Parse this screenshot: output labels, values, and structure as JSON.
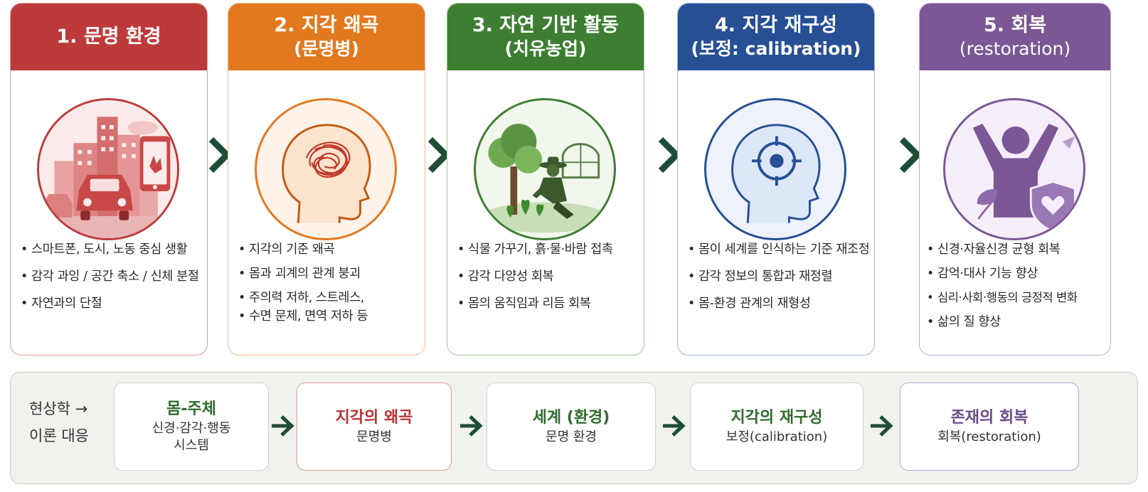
{
  "colors": {
    "red": "#bd3a3a",
    "orange": "#e2791f",
    "green": "#3e7e33",
    "blue": "#264f94",
    "purple": "#7b5796",
    "arrow": "#1e4d35"
  },
  "steps": [
    {
      "title1": "1. 문명 환경",
      "title2": "",
      "illustration": "city-smartphone-icon",
      "bullets": [
        "스마트폰, 도시, 노동 중심 생활",
        "감각 과잉 / 공간 축소 / 신체 분절",
        "자연과의 단절"
      ]
    },
    {
      "title1": "2. 지각 왜곡",
      "title2": "(문명병)",
      "illustration": "tangled-head-icon",
      "bullets": [
        "지각의 기준 왜곡",
        "몸과 괴계의 관계 붕괴",
        "주의력 저하, 스트레스,",
        "수면 문제, 면역 저하 등"
      ]
    },
    {
      "title1": "3. 자연 기반 활동",
      "title2": "(치유농업)",
      "illustration": "gardener-tree-greenhouse-icon",
      "bullets": [
        "식물 가꾸기, 흙·물·바람 접촉",
        "감각 다양성 회복",
        "몸의 움직임과 리듬 회복"
      ]
    },
    {
      "title1": "4. 지각 재구성",
      "title2": "(보정: calibration)",
      "illustration": "target-head-icon",
      "bullets": [
        "몸이 세계를 인식하는 기준 재조정",
        "감각 정보의 통합과 재정렬",
        "몸-환경 관계의 재형성"
      ]
    },
    {
      "title1": "5. 회복",
      "title2": "(restoration)",
      "illustration": "raised-arms-shield-icon",
      "bullets": [
        "신경·자율신경 균형 회복",
        "감억·대사 기능 향상",
        "심리·사회·행동의 긍정적 변화",
        "삶의 질 향상"
      ]
    }
  ],
  "theory": {
    "label_line1": "현상학 →",
    "label_line2": "이론 대응",
    "boxes": [
      {
        "title": "몸-주체",
        "sub1": "신경·감각·행동",
        "sub2": "시스템"
      },
      {
        "title": "지각의 왜곡",
        "sub1": "문명병",
        "sub2": ""
      },
      {
        "title": "세계 (환경)",
        "sub1": "문명 환경",
        "sub2": ""
      },
      {
        "title": "지각의 재구성",
        "sub1": "보정(calibration)",
        "sub2": ""
      },
      {
        "title": "존재의 회복",
        "sub1": "회복(restoration)",
        "sub2": ""
      }
    ]
  }
}
